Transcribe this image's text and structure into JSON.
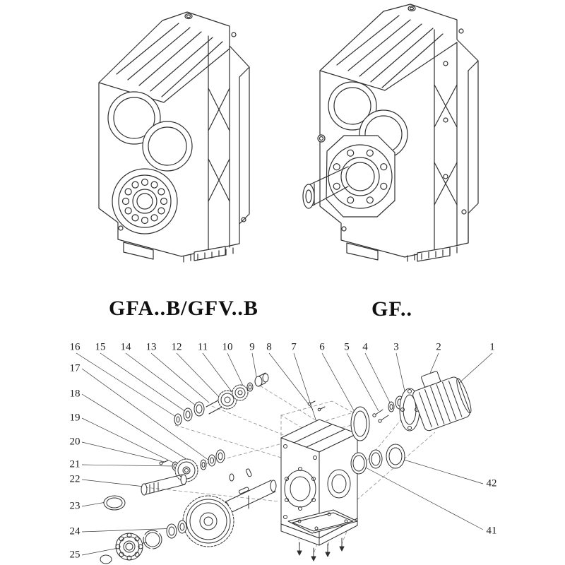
{
  "diagram": {
    "kind": "gear-reducer-exploded-parts-diagram",
    "line_color": "#2f2f2f",
    "background_color": "#ffffff"
  },
  "figure": {
    "left_model_label": "GFA..B/GFV..B",
    "right_model_label": "GF.."
  },
  "exploded_view": {
    "top_callouts": [
      "16",
      "15",
      "14",
      "13",
      "12",
      "11",
      "10",
      "9",
      "8",
      "7",
      "6",
      "5",
      "4",
      "3",
      "2",
      "1"
    ],
    "left_callouts": [
      "17",
      "18",
      "19",
      "20",
      "21",
      "22",
      "23",
      "24",
      "25"
    ],
    "right_callouts": [
      "42",
      "41"
    ]
  }
}
